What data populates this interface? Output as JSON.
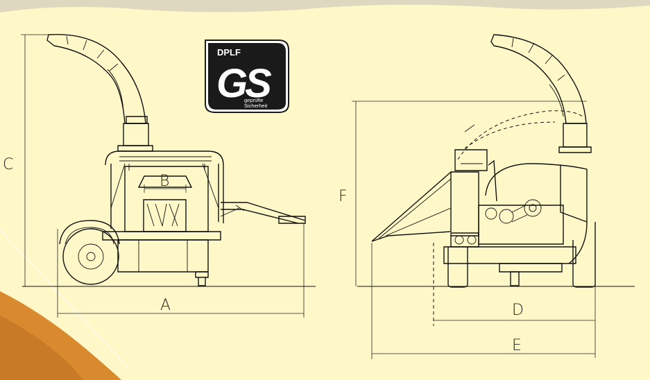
{
  "colors": {
    "background": "#fef8c8",
    "stone_top": "#d8d2c0",
    "wood_corner": "#d98a2e",
    "line": "#111111",
    "badge": "#1a1a1a"
  },
  "certification_badge": {
    "top_text": "DPLF",
    "mark": "GS",
    "line1": "geprüfte",
    "line2": "Sicherheit"
  },
  "dimension_labels": {
    "A": "A",
    "B": "B",
    "C": "C",
    "D": "D",
    "E": "E",
    "F": "F"
  }
}
